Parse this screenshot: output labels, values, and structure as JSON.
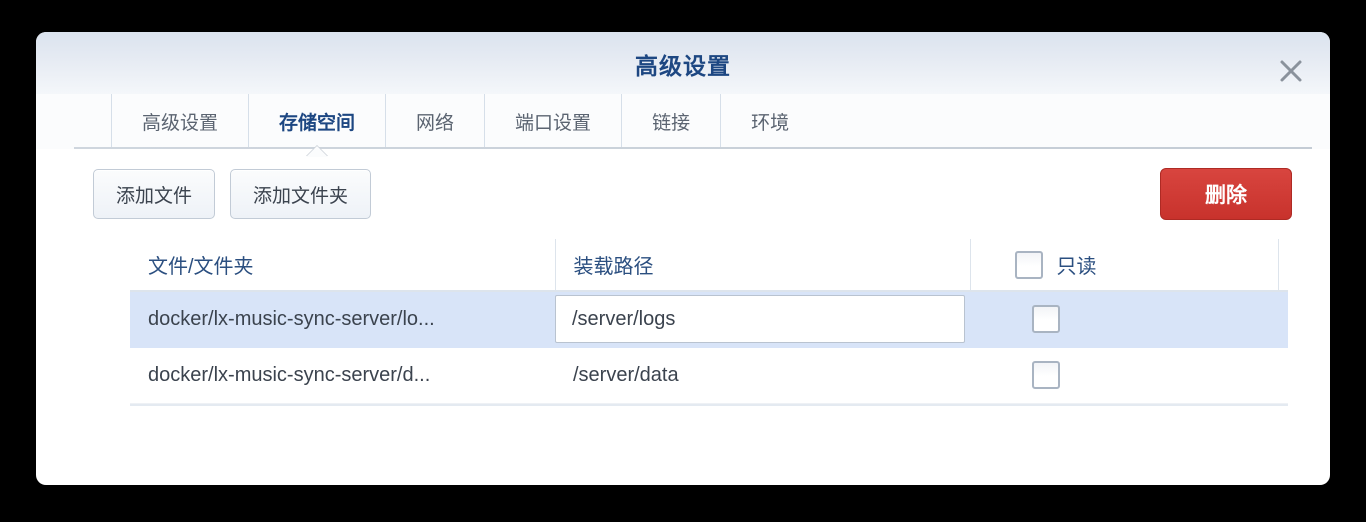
{
  "dialog": {
    "title": "高级设置",
    "close_icon": "close-icon"
  },
  "tabs": [
    {
      "label": "高级设置",
      "active": false
    },
    {
      "label": "存储空间",
      "active": true
    },
    {
      "label": "网络",
      "active": false
    },
    {
      "label": "端口设置",
      "active": false
    },
    {
      "label": "链接",
      "active": false
    },
    {
      "label": "环境",
      "active": false
    }
  ],
  "toolbar": {
    "add_file_label": "添加文件",
    "add_folder_label": "添加文件夹",
    "delete_label": "删除",
    "delete_color": "#c8322c"
  },
  "table": {
    "headers": {
      "file": "文件/文件夹",
      "mount": "装载路径",
      "readonly": "只读"
    },
    "header_readonly_checked": false,
    "rows": [
      {
        "file": "docker/lx-music-sync-server/lo...",
        "mount": "/server/logs",
        "readonly": false,
        "selected": true,
        "editing": true
      },
      {
        "file": "docker/lx-music-sync-server/d...",
        "mount": "/server/data",
        "readonly": false,
        "selected": false,
        "editing": false
      }
    ]
  },
  "colors": {
    "accent": "#1d4782",
    "selection": "#d8e4f8",
    "danger": "#c8322c"
  }
}
